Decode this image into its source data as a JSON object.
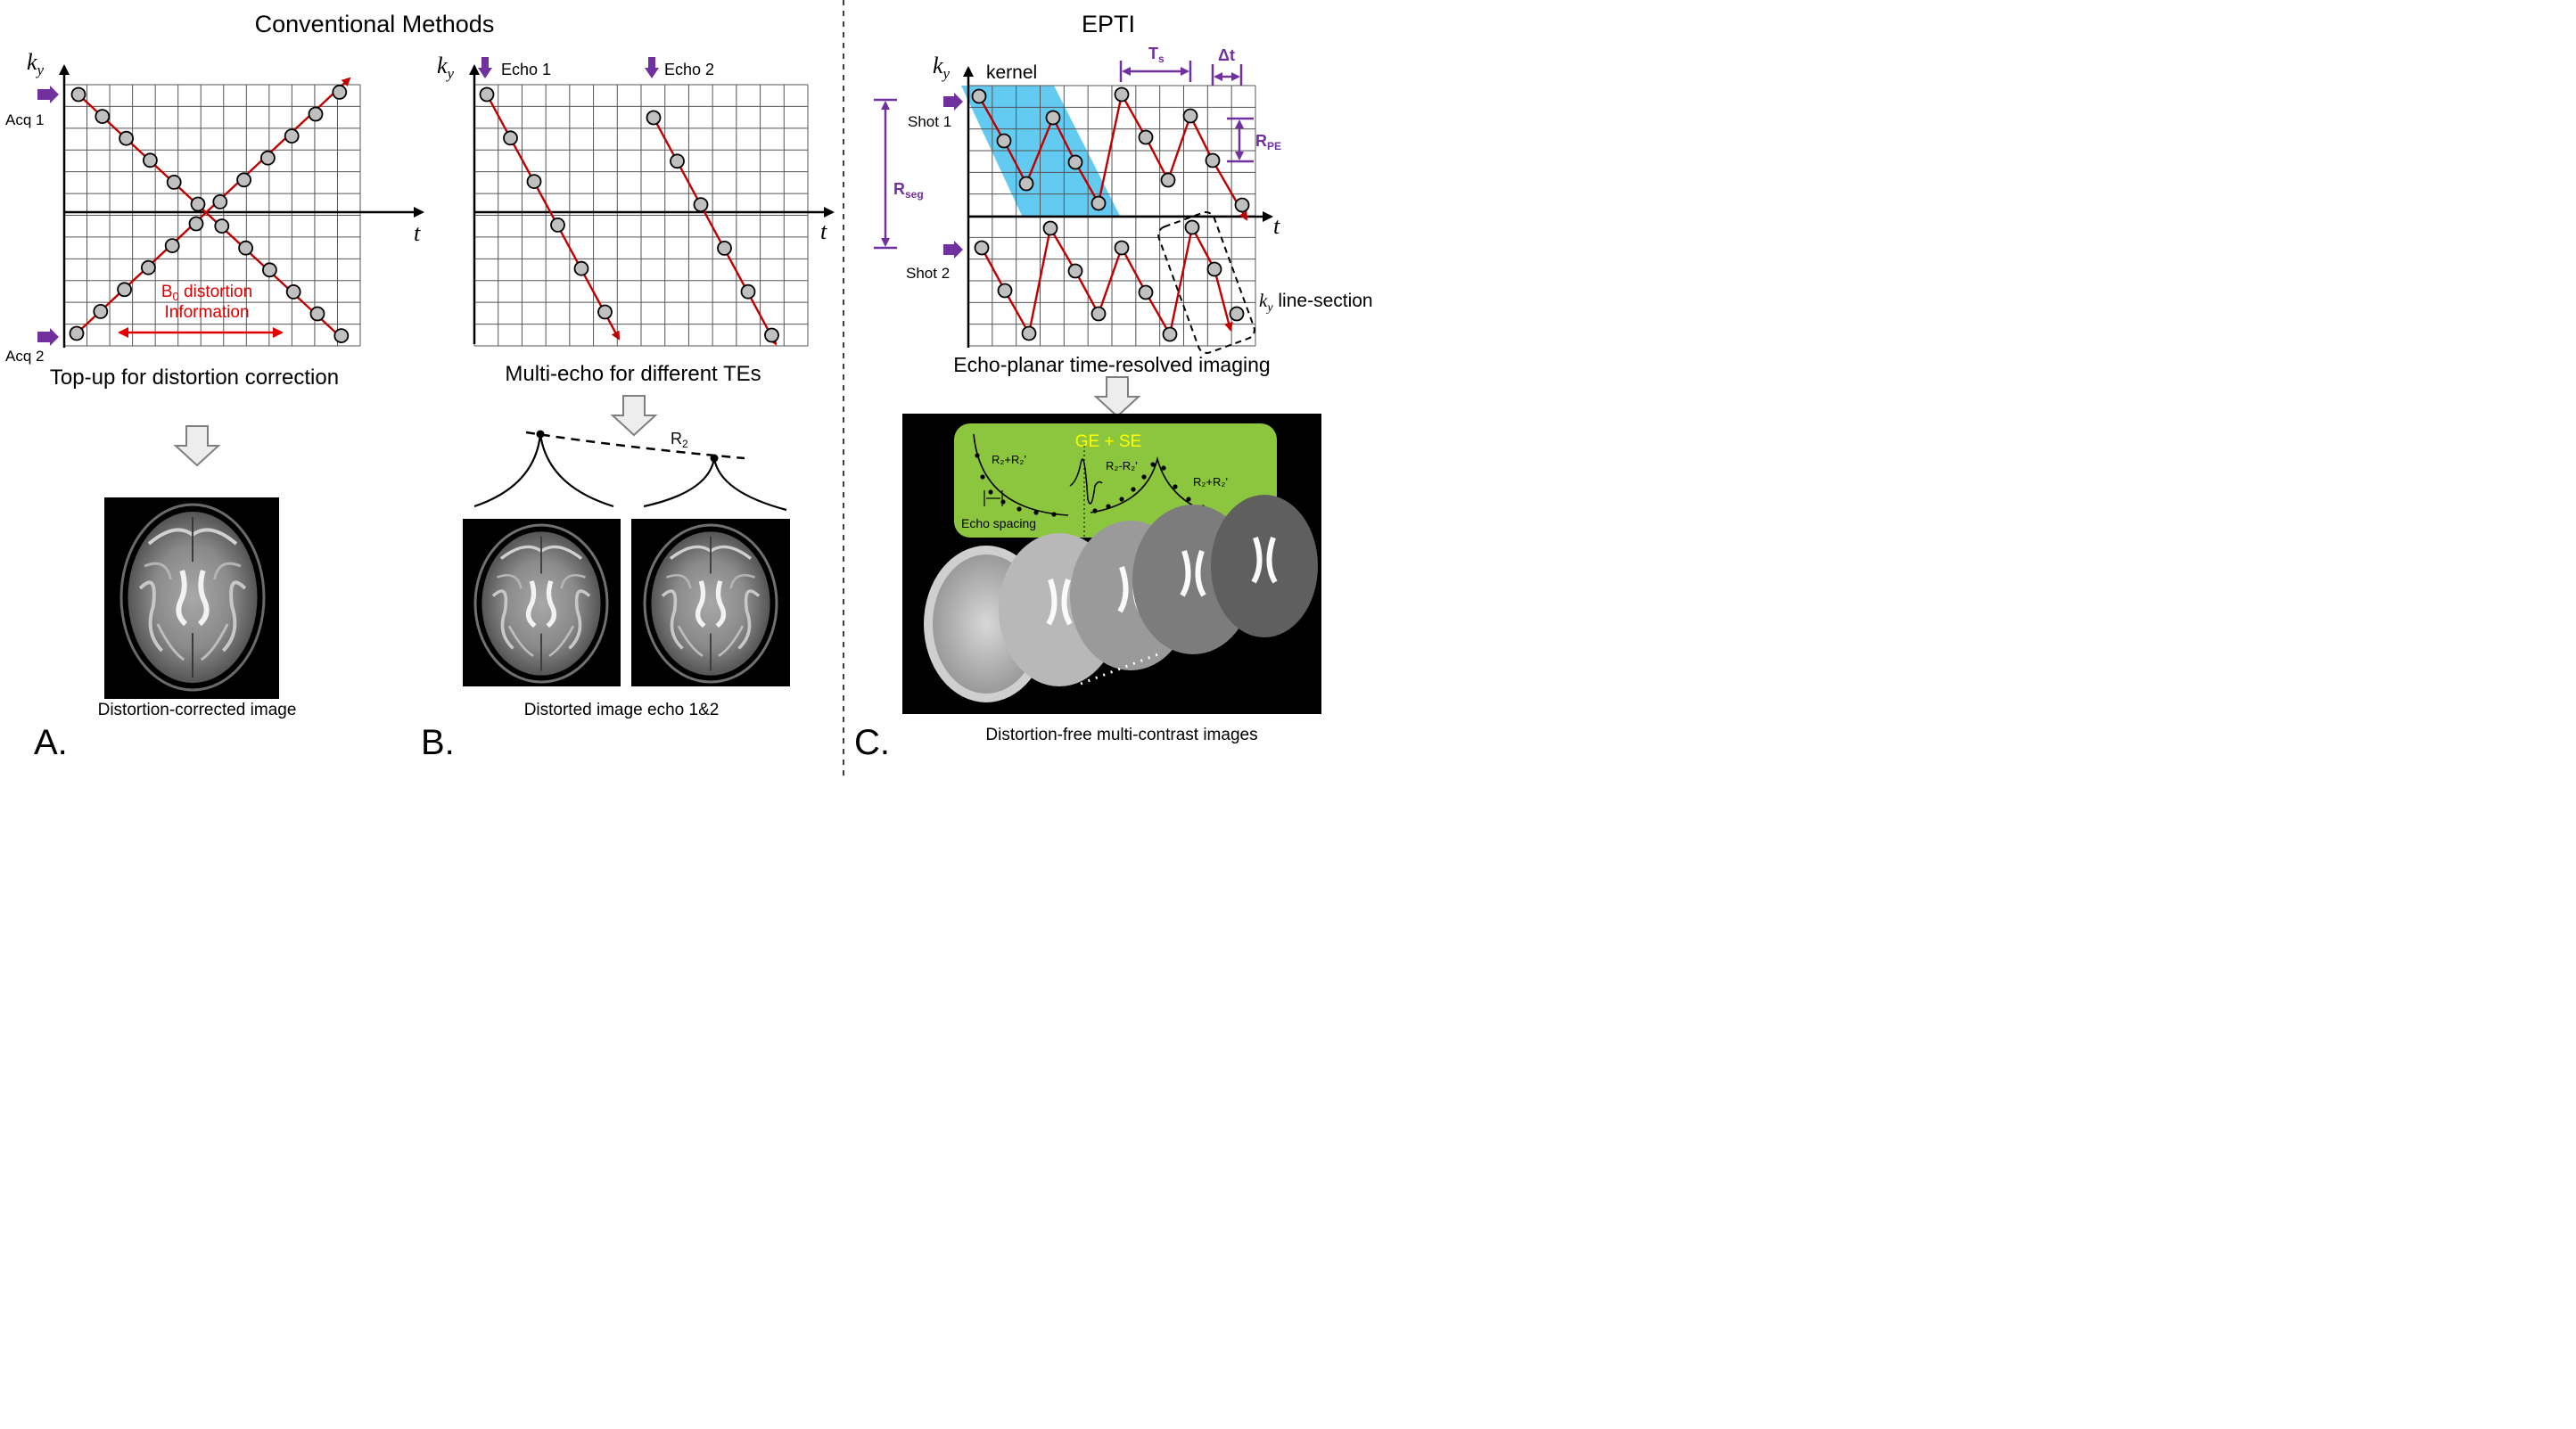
{
  "header": {
    "conventional_title": "Conventional Methods",
    "epti_title": "EPTI"
  },
  "panel_a": {
    "ky": "k",
    "ky_sub": "y",
    "t": "t",
    "acq1": "Acq 1",
    "acq2": "Acq 2",
    "b0_line1_prefix": "B",
    "b0_line1_sub": "0",
    "b0_line1_rest": " distortion",
    "b0_line2": "Information",
    "caption": "Top-up for distortion correction",
    "image_caption": "Distortion-corrected image",
    "letter": "A."
  },
  "panel_b": {
    "ky": "k",
    "ky_sub": "y",
    "t": "t",
    "echo1": "Echo 1",
    "echo2": "Echo 2",
    "caption": "Multi-echo for different TEs",
    "r2": "R",
    "r2_sub": "2",
    "image_caption": "Distorted image echo 1&2",
    "letter": "B."
  },
  "panel_c": {
    "ky": "k",
    "ky_sub": "y",
    "t": "t",
    "kernel": "kernel",
    "shot1": "Shot 1",
    "shot2": "Shot 2",
    "ts": "T",
    "ts_sub": "s",
    "dt": "Δt",
    "rpe": "R",
    "rpe_sub": "PE",
    "rseg": "R",
    "rseg_sub": "seg",
    "line_section_k": "k",
    "line_section_sub": "y",
    "line_section_rest": " line-section",
    "caption": "Echo-planar time-resolved imaging",
    "gese": "GE + SE",
    "r2r2p_left": "R₂+R₂'",
    "r2mr2p": "R₂-R₂'",
    "r2r2p_right": "R₂+R₂'",
    "echo_spacing": "Echo spacing",
    "image_caption": "Distortion-free multi-contrast images",
    "letter": "C."
  },
  "colors": {
    "trajectory": "#c00000",
    "annotation": "#7030a0",
    "b0_text": "#e00000",
    "kernel": "#5bc8f0",
    "inset_bg": "#8cc63f",
    "gese_text": "#ffff00"
  }
}
